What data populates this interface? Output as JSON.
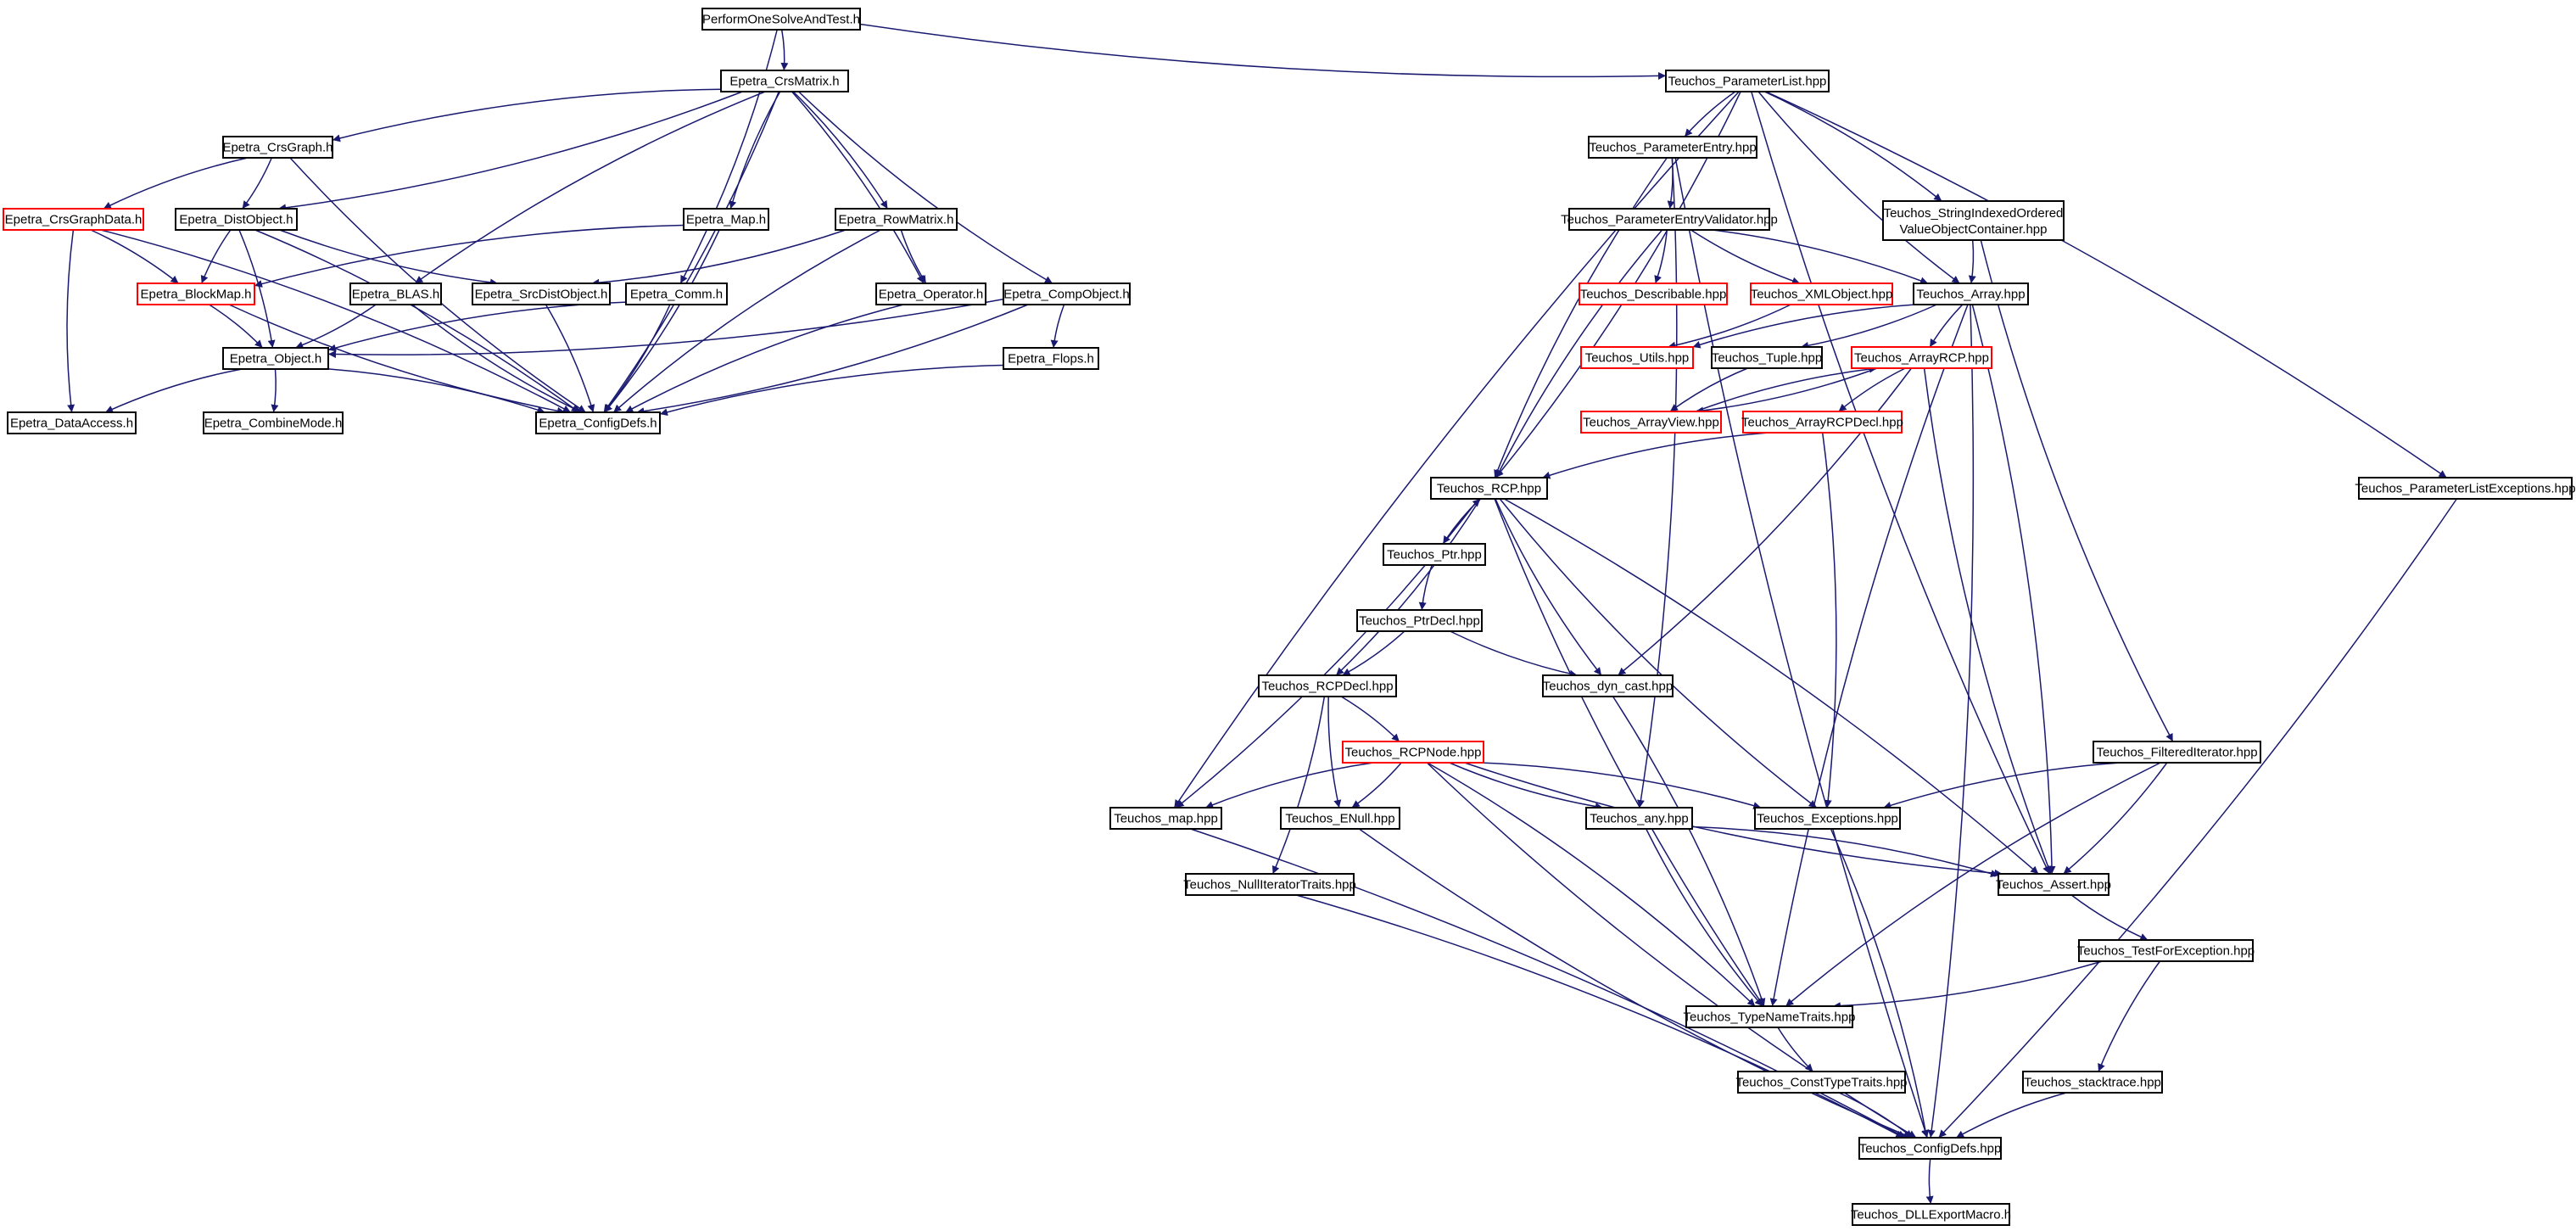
{
  "graph": {
    "colors": {
      "edge": "#191970",
      "border_normal": "#000000",
      "border_truncated": "#ff0000",
      "border_root": "#000000",
      "fill_root": "#bfbfbf",
      "fill_normal": "#ffffff"
    },
    "nodes": [
      {
        "id": "perform",
        "label": "PerformOneSolveAndTest.h",
        "kind": "root"
      },
      {
        "id": "epetra_crsmatrix",
        "label": "Epetra_CrsMatrix.h",
        "kind": "normal"
      },
      {
        "id": "teuchos_parameterlist",
        "label": "Teuchos_ParameterList.hpp",
        "kind": "normal"
      },
      {
        "id": "epetra_crsgraph",
        "label": "Epetra_CrsGraph.h",
        "kind": "normal"
      },
      {
        "id": "epetra_crsgraphdata",
        "label": "Epetra_CrsGraphData.h",
        "kind": "truncated"
      },
      {
        "id": "epetra_distobject",
        "label": "Epetra_DistObject.h",
        "kind": "normal"
      },
      {
        "id": "epetra_map",
        "label": "Epetra_Map.h",
        "kind": "normal"
      },
      {
        "id": "epetra_rowmatrix",
        "label": "Epetra_RowMatrix.h",
        "kind": "normal"
      },
      {
        "id": "epetra_blockmap",
        "label": "Epetra_BlockMap.h",
        "kind": "truncated"
      },
      {
        "id": "epetra_blas",
        "label": "Epetra_BLAS.h",
        "kind": "normal"
      },
      {
        "id": "epetra_srcdistobject",
        "label": "Epetra_SrcDistObject.h",
        "kind": "normal"
      },
      {
        "id": "epetra_comm",
        "label": "Epetra_Comm.h",
        "kind": "normal"
      },
      {
        "id": "epetra_operator",
        "label": "Epetra_Operator.h",
        "kind": "normal"
      },
      {
        "id": "epetra_compobject",
        "label": "Epetra_CompObject.h",
        "kind": "normal"
      },
      {
        "id": "epetra_object",
        "label": "Epetra_Object.h",
        "kind": "normal"
      },
      {
        "id": "epetra_flops",
        "label": "Epetra_Flops.h",
        "kind": "normal"
      },
      {
        "id": "epetra_dataaccess",
        "label": "Epetra_DataAccess.h",
        "kind": "normal"
      },
      {
        "id": "epetra_combinemode",
        "label": "Epetra_CombineMode.h",
        "kind": "normal"
      },
      {
        "id": "epetra_configdefs",
        "label": "Epetra_ConfigDefs.h",
        "kind": "normal"
      },
      {
        "id": "teuchos_parameterentry",
        "label": "Teuchos_ParameterEntry.hpp",
        "kind": "normal"
      },
      {
        "id": "teuchos_stringindexed",
        "label": "Teuchos_StringIndexedOrdered",
        "label2": "ValueObjectContainer.hpp",
        "kind": "normal"
      },
      {
        "id": "teuchos_parameterentryvalidator",
        "label": "Teuchos_ParameterEntryValidator.hpp",
        "kind": "normal"
      },
      {
        "id": "teuchos_describable",
        "label": "Teuchos_Describable.hpp",
        "kind": "truncated"
      },
      {
        "id": "teuchos_xmlobject",
        "label": "Teuchos_XMLObject.hpp",
        "kind": "truncated"
      },
      {
        "id": "teuchos_array",
        "label": "Teuchos_Array.hpp",
        "kind": "normal"
      },
      {
        "id": "teuchos_utils",
        "label": "Teuchos_Utils.hpp",
        "kind": "truncated"
      },
      {
        "id": "teuchos_tuple",
        "label": "Teuchos_Tuple.hpp",
        "kind": "normal"
      },
      {
        "id": "teuchos_arrayrcp",
        "label": "Teuchos_ArrayRCP.hpp",
        "kind": "truncated"
      },
      {
        "id": "teuchos_arrayview",
        "label": "Teuchos_ArrayView.hpp",
        "kind": "truncated"
      },
      {
        "id": "teuchos_arrayrcpdecl",
        "label": "Teuchos_ArrayRCPDecl.hpp",
        "kind": "truncated"
      },
      {
        "id": "teuchos_rcp",
        "label": "Teuchos_RCP.hpp",
        "kind": "normal"
      },
      {
        "id": "teuchos_parameterlistexceptions",
        "label": "Teuchos_ParameterListExceptions.hpp",
        "kind": "normal"
      },
      {
        "id": "teuchos_ptr",
        "label": "Teuchos_Ptr.hpp",
        "kind": "normal"
      },
      {
        "id": "teuchos_ptrdecl",
        "label": "Teuchos_PtrDecl.hpp",
        "kind": "normal"
      },
      {
        "id": "teuchos_rcpdecl",
        "label": "Teuchos_RCPDecl.hpp",
        "kind": "normal"
      },
      {
        "id": "teuchos_dyn_cast",
        "label": "Teuchos_dyn_cast.hpp",
        "kind": "normal"
      },
      {
        "id": "teuchos_rcpnode",
        "label": "Teuchos_RCPNode.hpp",
        "kind": "truncated"
      },
      {
        "id": "teuchos_filterediterator",
        "label": "Teuchos_FilteredIterator.hpp",
        "kind": "normal"
      },
      {
        "id": "teuchos_map",
        "label": "Teuchos_map.hpp",
        "kind": "normal"
      },
      {
        "id": "teuchos_enull",
        "label": "Teuchos_ENull.hpp",
        "kind": "normal"
      },
      {
        "id": "teuchos_any",
        "label": "Teuchos_any.hpp",
        "kind": "normal"
      },
      {
        "id": "teuchos_exceptions",
        "label": "Teuchos_Exceptions.hpp",
        "kind": "normal"
      },
      {
        "id": "teuchos_assert",
        "label": "Teuchos_Assert.hpp",
        "kind": "normal"
      },
      {
        "id": "teuchos_nulliteratortraits",
        "label": "Teuchos_NullIteratorTraits.hpp",
        "kind": "normal"
      },
      {
        "id": "teuchos_testforexception",
        "label": "Teuchos_TestForException.hpp",
        "kind": "normal"
      },
      {
        "id": "teuchos_typenametraits",
        "label": "Teuchos_TypeNameTraits.hpp",
        "kind": "normal"
      },
      {
        "id": "teuchos_consttypetraits",
        "label": "Teuchos_ConstTypeTraits.hpp",
        "kind": "normal"
      },
      {
        "id": "teuchos_stacktrace",
        "label": "Teuchos_stacktrace.hpp",
        "kind": "normal"
      },
      {
        "id": "teuchos_configdefs",
        "label": "Teuchos_ConfigDefs.hpp",
        "kind": "normal"
      },
      {
        "id": "teuchos_dllexportmacro",
        "label": "Teuchos_DLLExportMacro.h",
        "kind": "normal"
      }
    ],
    "edges": [
      [
        "perform",
        "epetra_crsmatrix"
      ],
      [
        "perform",
        "teuchos_parameterlist"
      ],
      [
        "perform",
        "epetra_comm"
      ],
      [
        "epetra_crsmatrix",
        "epetra_crsgraph"
      ],
      [
        "epetra_crsmatrix",
        "epetra_distobject"
      ],
      [
        "epetra_crsmatrix",
        "epetra_map"
      ],
      [
        "epetra_crsmatrix",
        "epetra_rowmatrix"
      ],
      [
        "epetra_crsmatrix",
        "epetra_blas"
      ],
      [
        "epetra_crsmatrix",
        "epetra_operator"
      ],
      [
        "epetra_crsmatrix",
        "epetra_compobject"
      ],
      [
        "epetra_crsmatrix",
        "epetra_configdefs"
      ],
      [
        "epetra_crsgraph",
        "epetra_crsgraphdata"
      ],
      [
        "epetra_crsgraph",
        "epetra_distobject"
      ],
      [
        "epetra_crsgraph",
        "epetra_configdefs"
      ],
      [
        "epetra_crsgraphdata",
        "epetra_blockmap"
      ],
      [
        "epetra_crsgraphdata",
        "epetra_dataaccess"
      ],
      [
        "epetra_crsgraphdata",
        "epetra_configdefs"
      ],
      [
        "epetra_distobject",
        "epetra_blockmap"
      ],
      [
        "epetra_distobject",
        "epetra_object"
      ],
      [
        "epetra_distobject",
        "epetra_srcdistobject"
      ],
      [
        "epetra_distobject",
        "epetra_configdefs"
      ],
      [
        "epetra_map",
        "epetra_blockmap"
      ],
      [
        "epetra_map",
        "epetra_configdefs"
      ],
      [
        "epetra_rowmatrix",
        "epetra_operator"
      ],
      [
        "epetra_rowmatrix",
        "epetra_srcdistobject"
      ],
      [
        "epetra_rowmatrix",
        "epetra_configdefs"
      ],
      [
        "epetra_blockmap",
        "epetra_object"
      ],
      [
        "epetra_blockmap",
        "epetra_configdefs"
      ],
      [
        "epetra_blas",
        "epetra_object"
      ],
      [
        "epetra_blas",
        "epetra_configdefs"
      ],
      [
        "epetra_srcdistobject",
        "epetra_configdefs"
      ],
      [
        "epetra_comm",
        "epetra_object"
      ],
      [
        "epetra_comm",
        "epetra_configdefs"
      ],
      [
        "epetra_operator",
        "epetra_configdefs"
      ],
      [
        "epetra_compobject",
        "epetra_object"
      ],
      [
        "epetra_compobject",
        "epetra_flops"
      ],
      [
        "epetra_compobject",
        "epetra_configdefs"
      ],
      [
        "epetra_flops",
        "epetra_configdefs"
      ],
      [
        "epetra_object",
        "epetra_combinemode"
      ],
      [
        "epetra_object",
        "epetra_dataaccess"
      ],
      [
        "epetra_object",
        "epetra_configdefs"
      ],
      [
        "teuchos_parameterlist",
        "teuchos_parameterentry"
      ],
      [
        "teuchos_parameterlist",
        "teuchos_stringindexed"
      ],
      [
        "teuchos_parameterlist",
        "teuchos_array"
      ],
      [
        "teuchos_parameterlist",
        "teuchos_rcp"
      ],
      [
        "teuchos_parameterlist",
        "teuchos_map"
      ],
      [
        "teuchos_parameterlist",
        "teuchos_parameterlistexceptions"
      ],
      [
        "teuchos_parameterlist",
        "teuchos_assert"
      ],
      [
        "teuchos_parameterentry",
        "teuchos_parameterentryvalidator"
      ],
      [
        "teuchos_parameterentry",
        "teuchos_rcp"
      ],
      [
        "teuchos_parameterentry",
        "teuchos_any"
      ],
      [
        "teuchos_parameterentry",
        "teuchos_configdefs"
      ],
      [
        "teuchos_stringindexed",
        "teuchos_array"
      ],
      [
        "teuchos_stringindexed",
        "teuchos_filterediterator"
      ],
      [
        "teuchos_parameterentryvalidator",
        "teuchos_describable"
      ],
      [
        "teuchos_parameterentryvalidator",
        "teuchos_xmlobject"
      ],
      [
        "teuchos_parameterentryvalidator",
        "teuchos_array"
      ],
      [
        "teuchos_parameterentryvalidator",
        "teuchos_rcp"
      ],
      [
        "teuchos_xmlobject",
        "teuchos_utils"
      ],
      [
        "teuchos_array",
        "teuchos_utils"
      ],
      [
        "teuchos_array",
        "teuchos_tuple"
      ],
      [
        "teuchos_array",
        "teuchos_arrayrcp"
      ],
      [
        "teuchos_array",
        "teuchos_assert"
      ],
      [
        "teuchos_array",
        "teuchos_typenametraits"
      ],
      [
        "teuchos_array",
        "teuchos_configdefs"
      ],
      [
        "teuchos_tuple",
        "teuchos_arrayview"
      ],
      [
        "teuchos_arrayrcp",
        "teuchos_arrayview"
      ],
      [
        "teuchos_arrayrcp",
        "teuchos_arrayrcpdecl"
      ],
      [
        "teuchos_arrayrcp",
        "teuchos_dyn_cast"
      ],
      [
        "teuchos_arrayrcp",
        "teuchos_assert"
      ],
      [
        "teuchos_arrayview",
        "teuchos_arrayrcp"
      ],
      [
        "teuchos_arrayrcpdecl",
        "teuchos_rcp"
      ],
      [
        "teuchos_arrayrcpdecl",
        "teuchos_exceptions"
      ],
      [
        "teuchos_rcp",
        "teuchos_ptr"
      ],
      [
        "teuchos_rcp",
        "teuchos_rcpdecl"
      ],
      [
        "teuchos_rcp",
        "teuchos_dyn_cast"
      ],
      [
        "teuchos_rcp",
        "teuchos_map"
      ],
      [
        "teuchos_rcp",
        "teuchos_exceptions"
      ],
      [
        "teuchos_rcp",
        "teuchos_assert"
      ],
      [
        "teuchos_rcp",
        "teuchos_typenametraits"
      ],
      [
        "teuchos_ptr",
        "teuchos_rcp"
      ],
      [
        "teuchos_ptr",
        "teuchos_ptrdecl"
      ],
      [
        "teuchos_ptrdecl",
        "teuchos_rcpdecl"
      ],
      [
        "teuchos_ptrdecl",
        "teuchos_dyn_cast"
      ],
      [
        "teuchos_rcpdecl",
        "teuchos_rcpnode"
      ],
      [
        "teuchos_rcpdecl",
        "teuchos_enull"
      ],
      [
        "teuchos_rcpdecl",
        "teuchos_nulliteratortraits"
      ],
      [
        "teuchos_rcpnode",
        "teuchos_map"
      ],
      [
        "teuchos_rcpnode",
        "teuchos_enull"
      ],
      [
        "teuchos_rcpnode",
        "teuchos_any"
      ],
      [
        "teuchos_rcpnode",
        "teuchos_exceptions"
      ],
      [
        "teuchos_rcpnode",
        "teuchos_assert"
      ],
      [
        "teuchos_rcpnode",
        "teuchos_typenametraits"
      ],
      [
        "teuchos_rcpnode",
        "teuchos_configdefs"
      ],
      [
        "teuchos_dyn_cast",
        "teuchos_typenametraits"
      ],
      [
        "teuchos_filterediterator",
        "teuchos_exceptions"
      ],
      [
        "teuchos_filterediterator",
        "teuchos_assert"
      ],
      [
        "teuchos_filterediterator",
        "teuchos_typenametraits"
      ],
      [
        "teuchos_any",
        "teuchos_assert"
      ],
      [
        "teuchos_any",
        "teuchos_typenametraits"
      ],
      [
        "teuchos_exceptions",
        "teuchos_configdefs"
      ],
      [
        "teuchos_assert",
        "teuchos_testforexception"
      ],
      [
        "teuchos_testforexception",
        "teuchos_typenametraits"
      ],
      [
        "teuchos_testforexception",
        "teuchos_stacktrace"
      ],
      [
        "teuchos_map",
        "teuchos_configdefs"
      ],
      [
        "teuchos_enull",
        "teuchos_configdefs"
      ],
      [
        "teuchos_nulliteratortraits",
        "teuchos_configdefs"
      ],
      [
        "teuchos_typenametraits",
        "teuchos_consttypetraits"
      ],
      [
        "teuchos_consttypetraits",
        "teuchos_configdefs"
      ],
      [
        "teuchos_stacktrace",
        "teuchos_configdefs"
      ],
      [
        "teuchos_parameterlistexceptions",
        "teuchos_configdefs"
      ],
      [
        "teuchos_configdefs",
        "teuchos_dllexportmacro"
      ]
    ]
  }
}
